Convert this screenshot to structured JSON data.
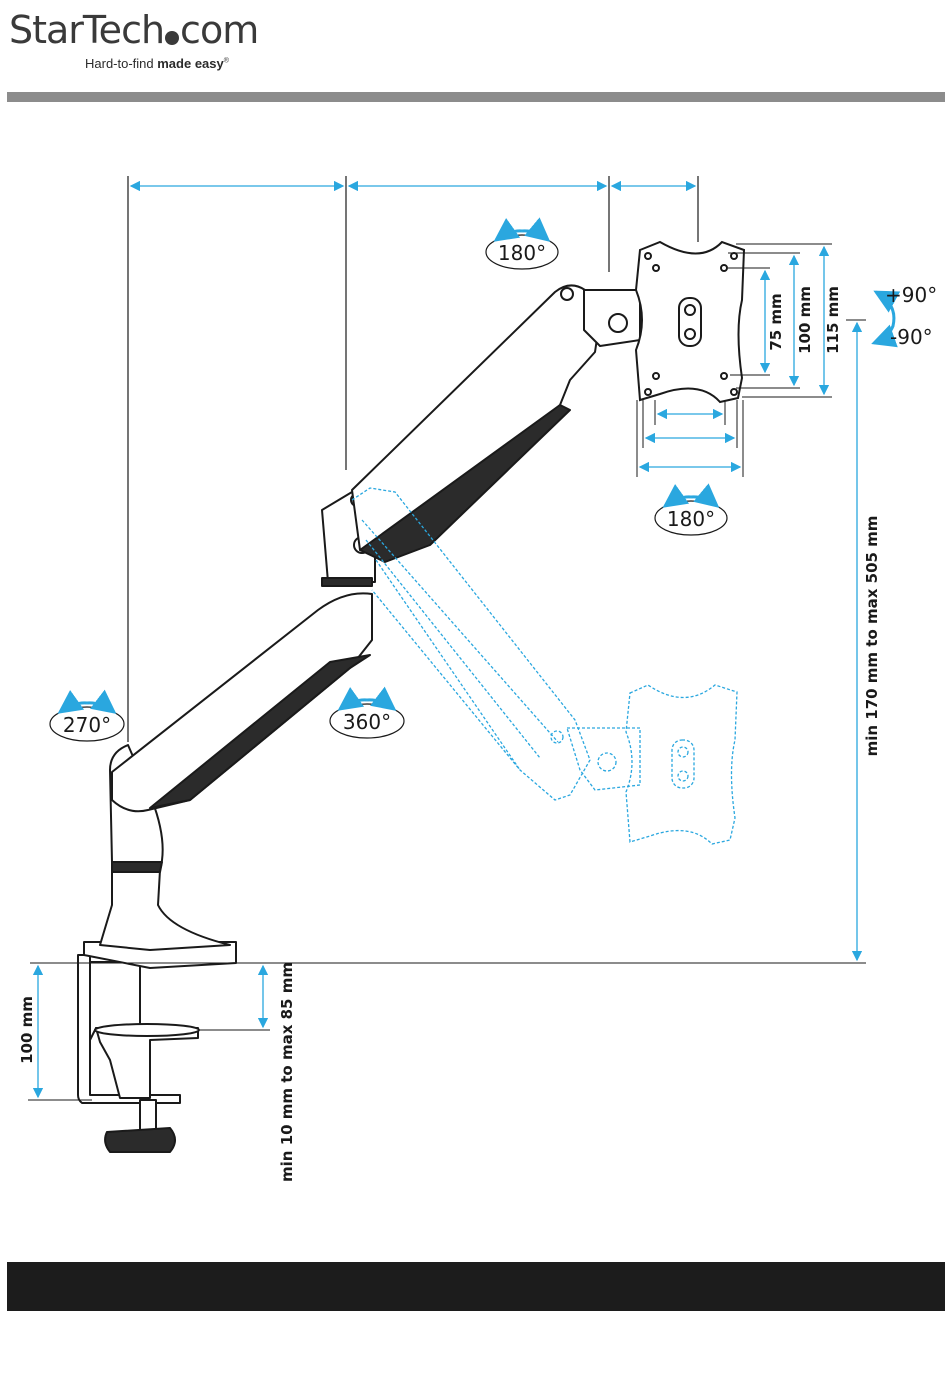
{
  "brand": {
    "name_part1": "StarTech",
    "name_part2": "com",
    "tagline_regular": "Hard-to-find ",
    "tagline_bold": "made easy",
    "trademark": "®"
  },
  "rotations": {
    "arm_top": "180°",
    "mount_tilt": "180°",
    "swivel_base": "270°",
    "swivel_mid": "360°",
    "plus": "+90°",
    "minus": "-90°"
  },
  "dimensions": {
    "vesa_75": "75 mm",
    "vesa_100": "100 mm",
    "vesa_115": "115 mm",
    "height_range": "min 170 mm to max 505 mm",
    "clamp_height": "100 mm",
    "desk_thickness": "min 10 mm to max 85 mm"
  },
  "colors": {
    "line": "#1a1a1a",
    "accent": "#2aa7df",
    "header_rule": "#8c8c8c",
    "footer": "#1c1c1c"
  }
}
